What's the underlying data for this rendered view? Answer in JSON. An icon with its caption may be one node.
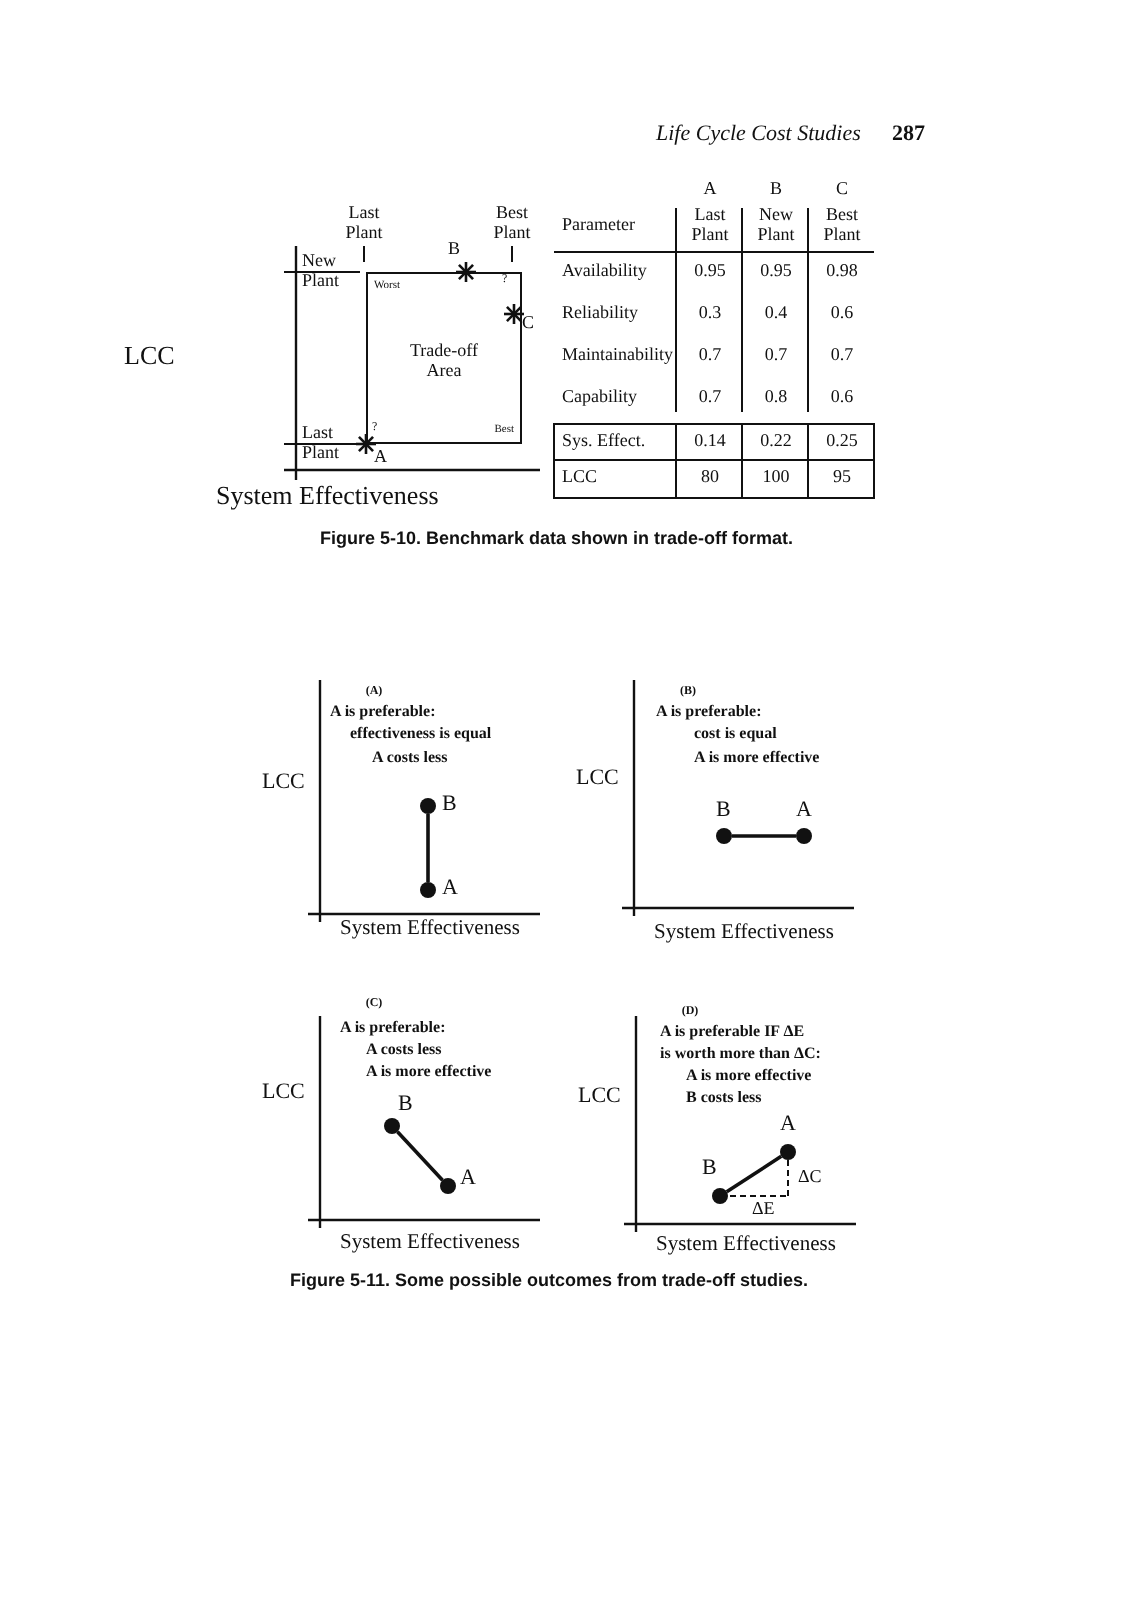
{
  "diagram": {
    "nodes": [
      {
        "text": [
          "Worst",
          "Trade-off Area",
          "Best"
        ]
      },
      {
        "text": [],
        "shape": "circle",
        "beside": [
          "B"
        ]
      },
      {
        "text": [],
        "shape": "circle",
        "beside": [
          "A"
        ]
      },
      {
        "text": [],
        "shape": "circle",
        "beside": [
          "B"
        ]
      },
      {
        "text": [],
        "shape": "circle",
        "beside": [
          "A"
        ]
      },
      {
        "text": [],
        "shape": "circle",
        "beside": [
          "B"
        ]
      },
      {
        "text": [],
        "shape": "circle",
        "beside": [
          "A"
        ]
      },
      {
        "text": [],
        "shape": "circle",
        "beside": [
          "B"
        ]
      },
      {
        "text": [],
        "shape": "circle",
        "beside": [
          "A"
        ]
      }
    ],
    "edges": [
      {
        "from": 1,
        "to": 2,
        "arrow": "none"
      },
      {
        "from": 3,
        "to": 4,
        "arrow": "none"
      },
      {
        "from": 5,
        "to": 6,
        "arrow": "none"
      },
      {
        "from": 7,
        "to": 8,
        "arrow": "none"
      }
    ],
    "labels": [
      "Life Cycle Cost Studies",
      "287",
      "Last Plant",
      "Best Plant",
      "B",
      "New Plant",
      "?",
      "C",
      "LCC",
      "Last Plant",
      "?",
      "A",
      "System Effectiveness",
      "A",
      "B",
      "C",
      "Parameter",
      "Last Plant",
      "New Plant",
      "Best Plant",
      "Availability",
      "0.95",
      "0.95",
      "0.98",
      "Reliability",
      "0.3",
      "0.4",
      "0.6",
      "Maintainability",
      "0.7",
      "0.7",
      "0.7",
      "Capability",
      "0.7",
      "0.8",
      "0.6",
      "Sys. Effect.",
      "0.14",
      "0.22",
      "0.25",
      "LCC",
      "80",
      "100",
      "95",
      "Figure 5-10. Benchmark data shown in trade-off format.",
      "(A)",
      "A is preferable:",
      "effectiveness is equal",
      "A costs less",
      "LCC",
      "System Effectiveness",
      "(B)",
      "A is preferable:",
      "cost is equal",
      "A is more effective",
      "LCC",
      "System Effectiveness",
      "(C)",
      "A is preferable:",
      "A costs less",
      "A is more effective",
      "LCC",
      "System Effectiveness",
      "(D)",
      "A is preferable IF ΔE",
      "is worth more than ΔC:",
      "A is more effective",
      "B costs less",
      "LCC",
      "ΔC",
      "ΔE",
      "System Effectiveness",
      "Figure 5-11. Some possible outcomes from trade-off studies."
    ]
  }
}
